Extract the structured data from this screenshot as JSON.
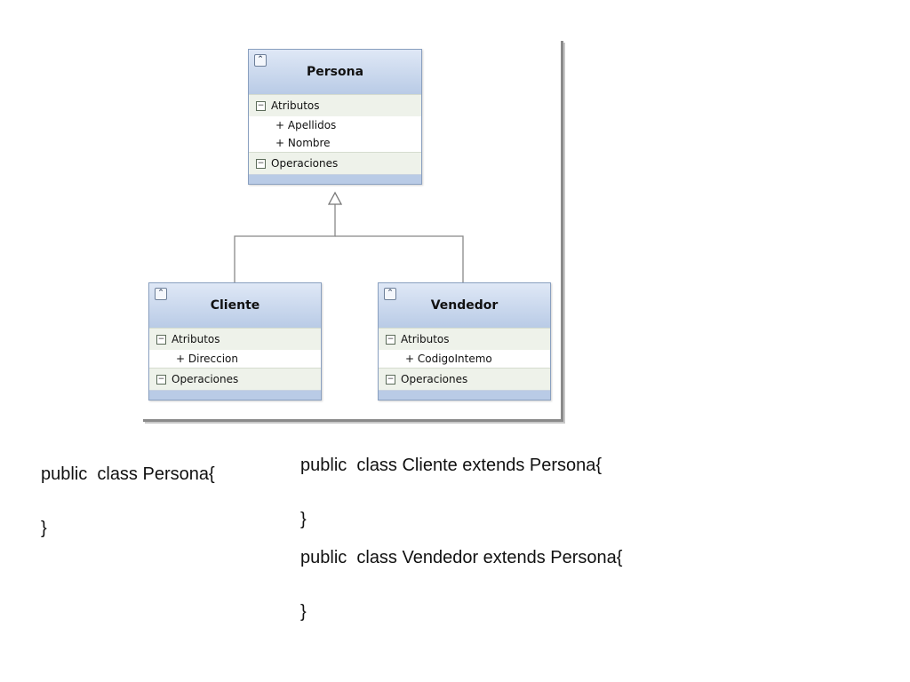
{
  "diagram": {
    "classes": [
      {
        "name": "Persona",
        "sections": [
          {
            "label": "Atributos",
            "items": [
              "+ Apellidos",
              "+ Nombre"
            ]
          },
          {
            "label": "Operaciones",
            "items": []
          }
        ]
      },
      {
        "name": "Cliente",
        "sections": [
          {
            "label": "Atributos",
            "items": [
              "+ Direccion"
            ]
          },
          {
            "label": "Operaciones",
            "items": []
          }
        ]
      },
      {
        "name": "Vendedor",
        "sections": [
          {
            "label": "Atributos",
            "items": [
              "+ CodigoIntemo"
            ]
          },
          {
            "label": "Operaciones",
            "items": []
          }
        ]
      }
    ],
    "relations": [
      {
        "type": "inheritance",
        "from": "Cliente",
        "to": "Persona"
      },
      {
        "type": "inheritance",
        "from": "Vendedor",
        "to": "Persona"
      }
    ]
  },
  "code": {
    "persona_open": "public  class Persona{",
    "persona_close": "}",
    "cliente_open": "public  class Cliente extends Persona{",
    "cliente_close": "}",
    "vendedor_open": "public  class Vendedor extends Persona{",
    "vendedor_close": "}"
  }
}
